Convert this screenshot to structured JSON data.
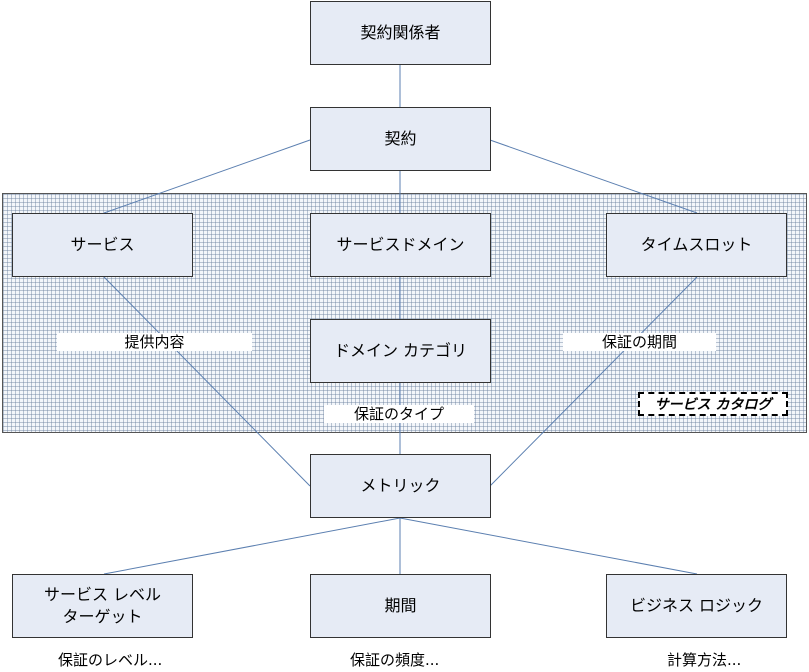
{
  "diagram": {
    "nodes": {
      "stakeholders": "契約関係者",
      "contract": "契約",
      "service": "サービス",
      "service_domain": "サービスドメイン",
      "timeslot": "タイムスロット",
      "domain_category": "ドメイン カテゴリ",
      "metric": "メトリック",
      "service_level_target": "サービス レベル\nターゲット",
      "period": "期間",
      "business_logic": "ビジネス ロジック"
    },
    "edge_labels": {
      "provided_content": "提供内容",
      "guarantee_period": "保証の期間",
      "guarantee_type": "保証のタイプ"
    },
    "catalog_label": "サービス カタログ",
    "footer_labels": {
      "guarantee_level": "保証のレベル...",
      "guarantee_frequency": "保証の頻度...",
      "calculation_method": "計算方法..."
    }
  }
}
